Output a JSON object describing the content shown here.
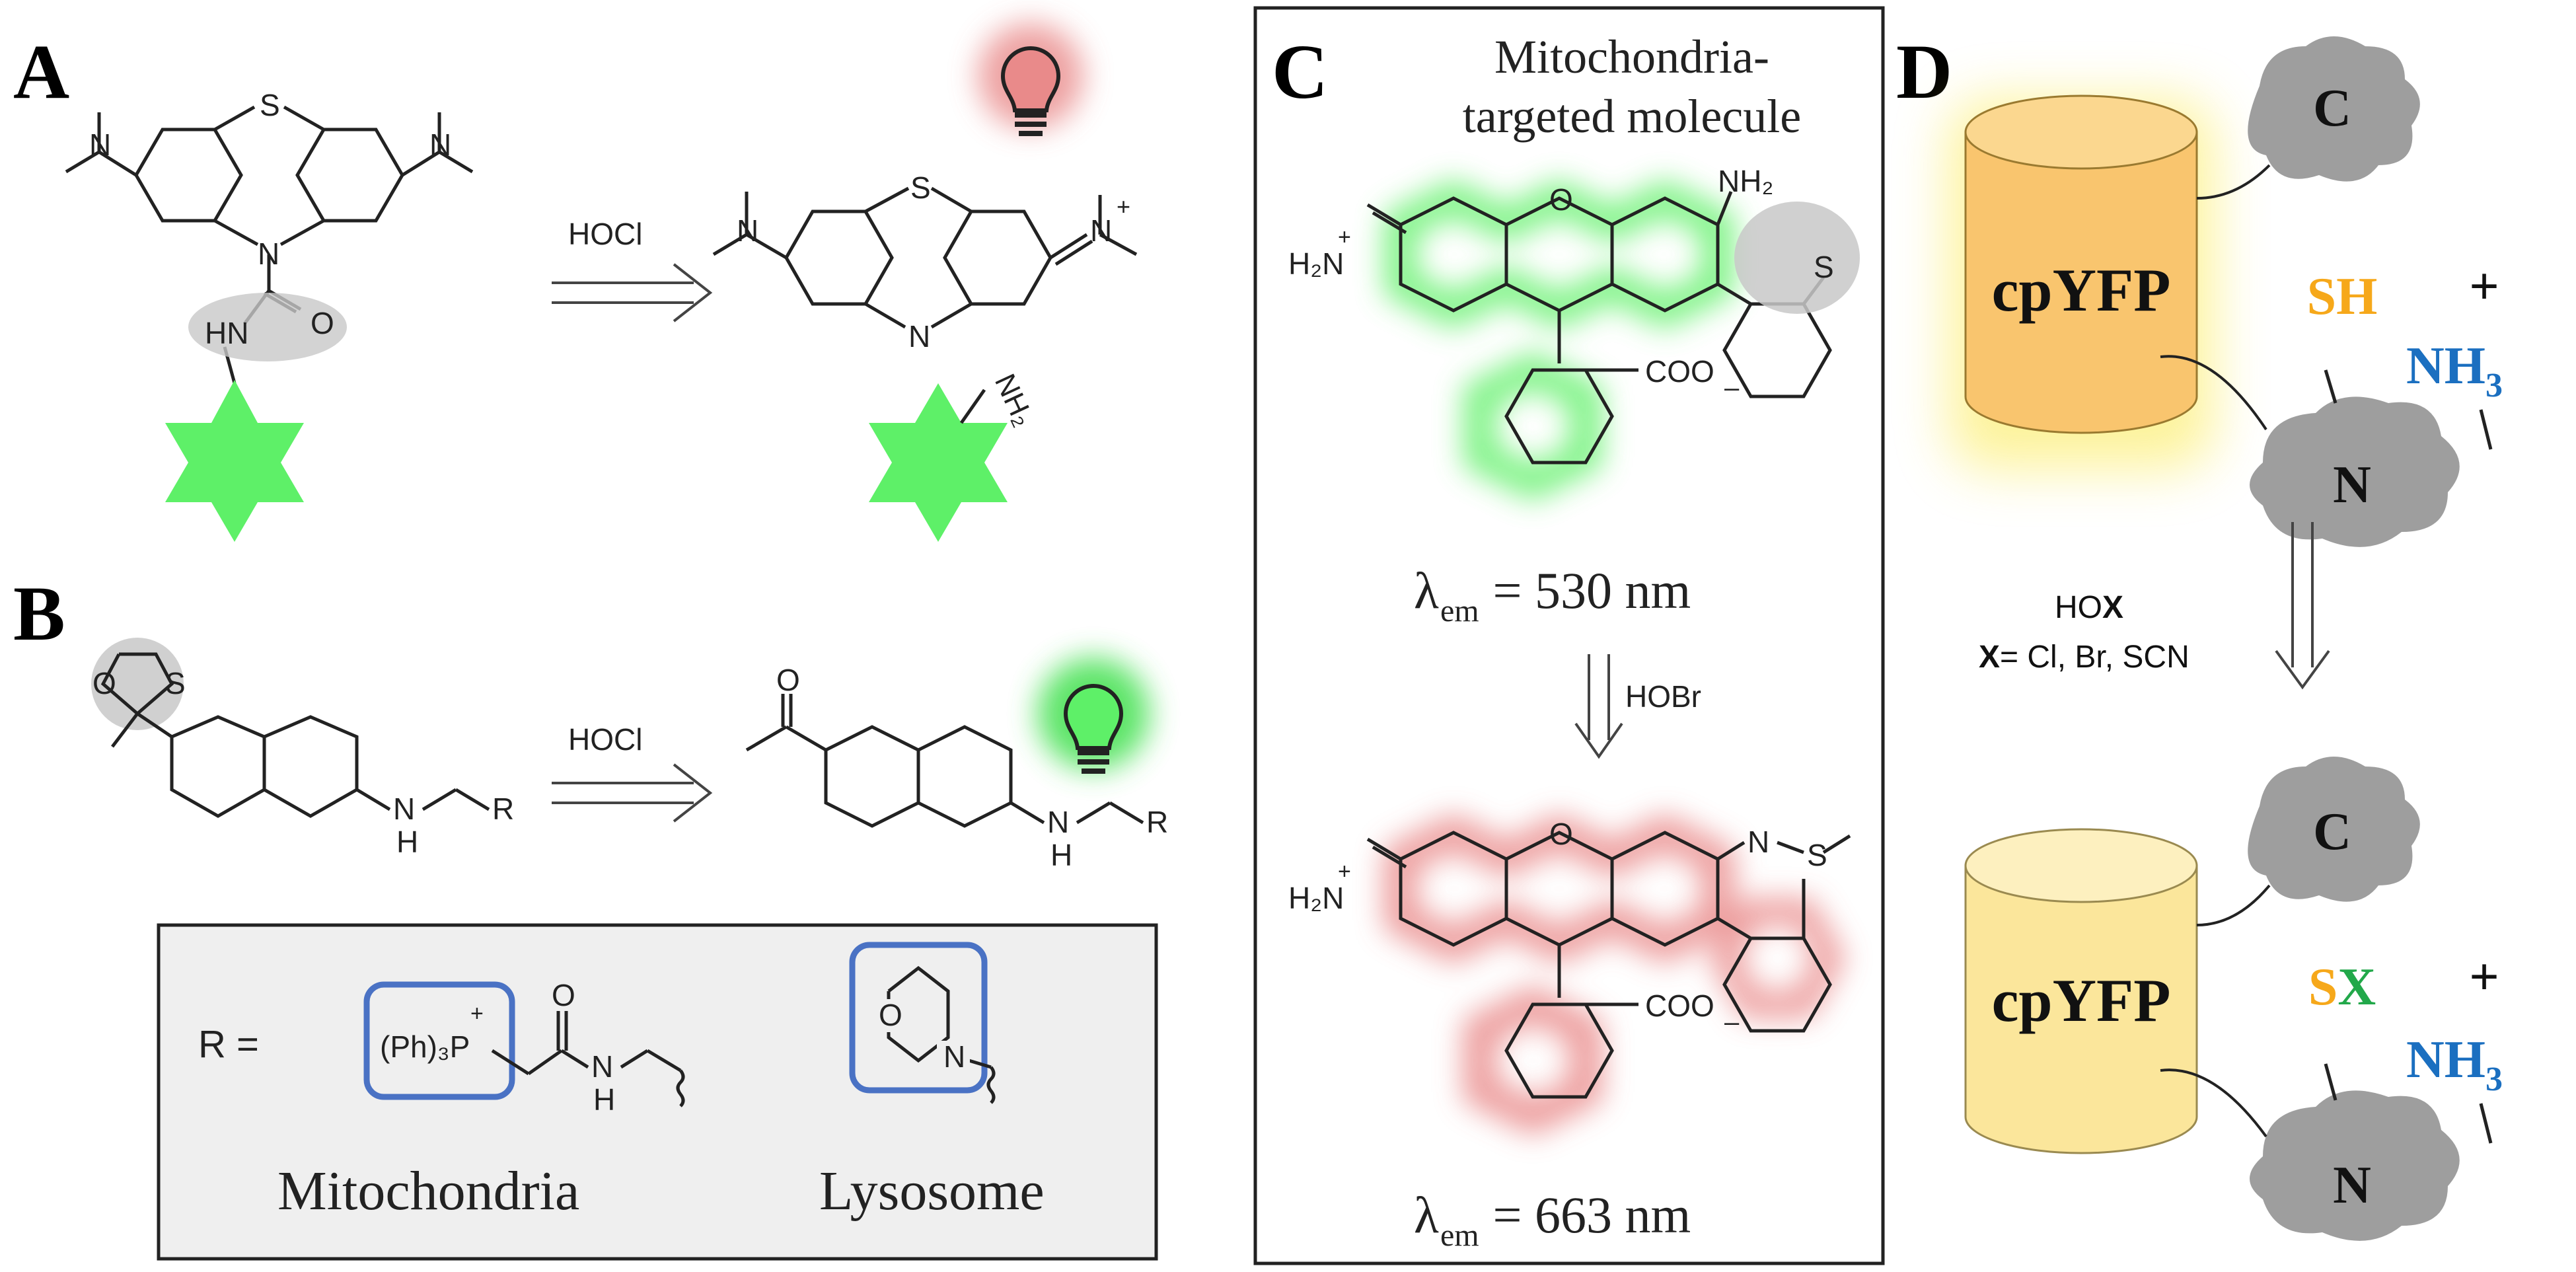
{
  "panels": {
    "a": {
      "letter": "A",
      "reagent": "HOCl"
    },
    "b": {
      "letter": "B",
      "reagent": "HOCl",
      "r_box": {
        "r_equals": "R =",
        "mito_group": "(Ph)₃P",
        "plus": "+",
        "nh": "N",
        "h": "H",
        "o_carbonyl": "O",
        "morph_o": "O",
        "morph_n": "N",
        "mito_label": "Mitochondria",
        "lyso_label": "Lysosome"
      }
    },
    "c": {
      "letter": "C",
      "title_line1": "Mitochondria-",
      "title_line2": "targeted  molecule",
      "lambda1_sub": "em",
      "lambda1_value": " = 530 nm",
      "reagent": "HOBr",
      "lambda2_sub": "em",
      "lambda2_value": " = 663 nm"
    },
    "d": {
      "letter": "D",
      "protein": "cpYFP",
      "c_term": "C",
      "n_term": "N",
      "sh": "SH",
      "sx_s": "S",
      "sx_x": "X",
      "nh3": "NH",
      "nh3_sub": "3",
      "plus": "+",
      "reagent_ho": "HO",
      "reagent_x": "X",
      "x_def_x": "X",
      "x_def_rest": "= Cl, Br, SCN"
    }
  },
  "atoms": {
    "s": "S",
    "n": "N",
    "o": "O",
    "hn": "HN",
    "h2n": "H₂N",
    "nh2": "NH₂",
    "h": "H",
    "r": "R",
    "plus": "+",
    "minus": "–",
    "coo": "COO",
    "nh2_star": "NH₂"
  },
  "colors": {
    "green_star": "#5ef068",
    "red_bulb": "#e98a8a",
    "green_bulb": "#3fe04d",
    "cylinder_orange": "#f9c56e",
    "cylinder_yellow": "#fbe69b",
    "cloud": "#9e9e9e",
    "sh_color": "#f6a81a",
    "x_color": "#22a84a",
    "nh3_color": "#1b6fc0",
    "blue_box": "#4a72c4",
    "gray_oval": "#c8c8c8"
  }
}
